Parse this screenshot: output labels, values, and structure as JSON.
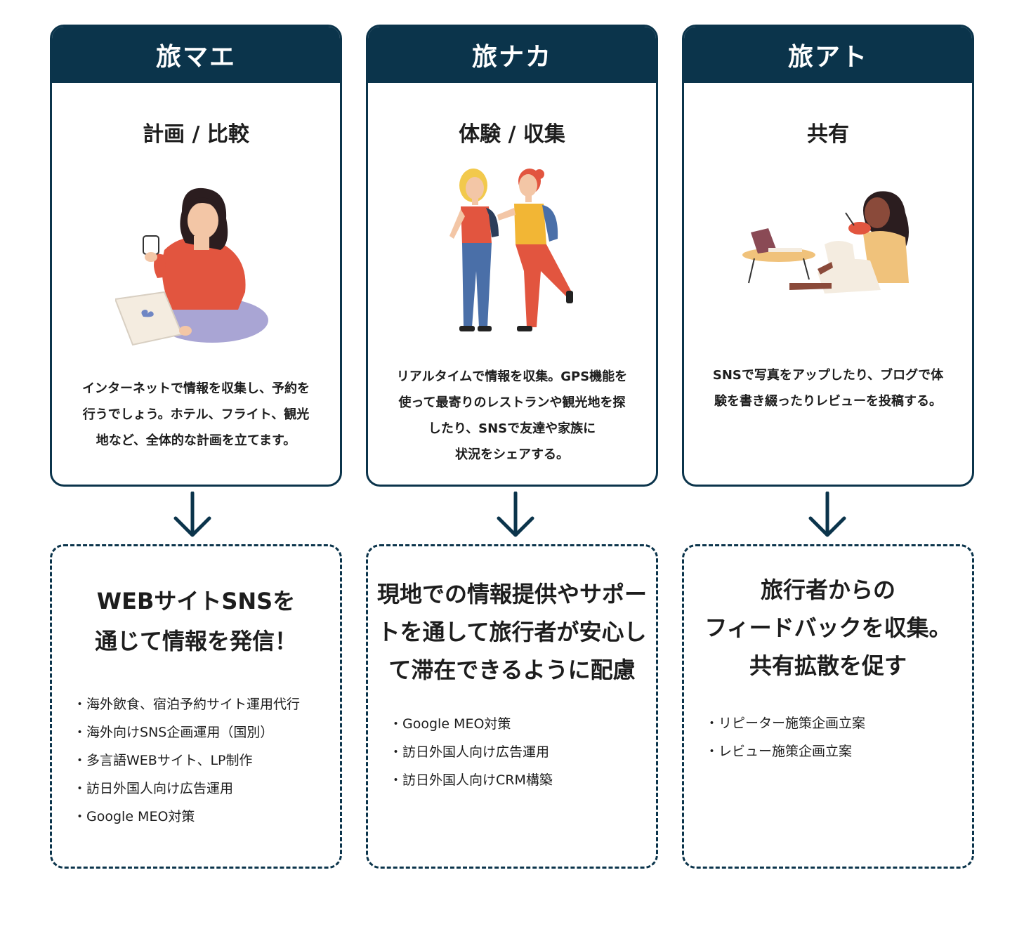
{
  "colors": {
    "navy": "#0b344b",
    "coral": "#e2553f",
    "blue": "#4a6fa8",
    "yellow": "#f2b635",
    "purple": "#a9a5d4"
  },
  "stages": [
    {
      "heading": "旅マエ",
      "subtitle": "計画 / 比較",
      "illustration": "woman-with-laptop-and-coffee",
      "description": [
        "インターネットで情報を収集し、予約を",
        "行うでしょう。ホテル、フライト、観光",
        "地など、全体的な計画を立てます。"
      ],
      "action_title": [
        "WEBサイトSNSを",
        "通じて情報を発信！"
      ],
      "actions": [
        "海外飲食、宿泊予約サイト運用代行",
        "海外向けSNS企画運用（国別）",
        "多言語WEBサイト、LP制作",
        "訪日外国人向け広告運用",
        "Google MEO対策"
      ]
    },
    {
      "heading": "旅ナカ",
      "subtitle": "体験 / 収集",
      "illustration": "two-travelers-walking",
      "description": [
        "リアルタイムで情報を収集。GPS機能を",
        "使って最寄りのレストランや観光地を探",
        "したり、SNSで友達や家族に",
        "状況をシェアする。"
      ],
      "action_title": [
        "現地での情報提供やサポー",
        "トを通して旅行者が安心し",
        "て滞在できるように配慮"
      ],
      "actions": [
        "Google MEO対策",
        "訪日外国人向け広告運用",
        "訪日外国人向けCRM構築"
      ]
    },
    {
      "heading": "旅アト",
      "subtitle": "共有",
      "illustration": "woman-sitting-with-bowl-and-laptop",
      "description": [
        "SNSで写真をアップしたり、ブログで体",
        "験を書き綴ったりレビューを投稿する。"
      ],
      "action_title": [
        "旅行者からの",
        "フィードバックを収集。",
        "共有拡散を促す"
      ],
      "actions": [
        "リピーター施策企画立案",
        "レビュー施策企画立案"
      ]
    }
  ]
}
